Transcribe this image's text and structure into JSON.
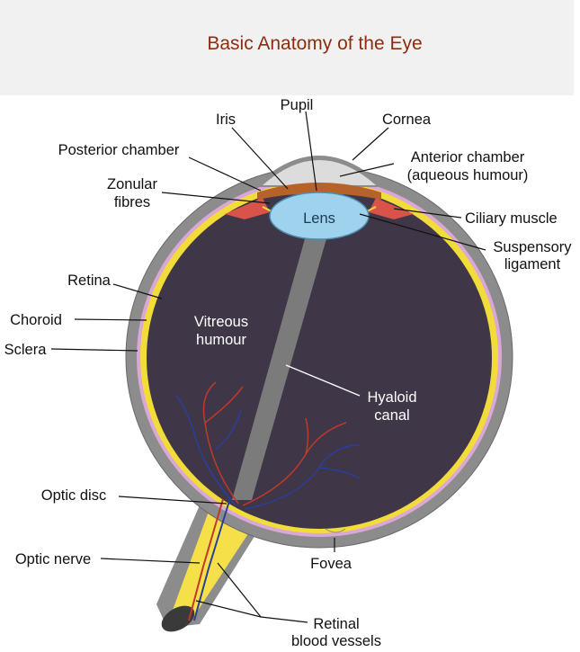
{
  "title": "Basic Anatomy of the Eye",
  "colors": {
    "title": "#8b2e0f",
    "header_band": "#f1f1f1",
    "sclera": "#8c8c8c",
    "choroid": "#d9a8d6",
    "retina": "#f2dc3a",
    "vitreous": "#3f3648",
    "hyaloid_canal": "#7b7b7b",
    "lens": "#9fd2ec",
    "iris": "#b5622b",
    "ciliary_muscle": "#d9534a",
    "cornea": "#dcdcdc",
    "optic_nerve": "#f5e04a",
    "artery": "#c0392b",
    "vein": "#2a3e9c"
  },
  "labels": {
    "pupil": "Pupil",
    "iris": "Iris",
    "cornea": "Cornea",
    "posterior_chamber": "Posterior chamber",
    "anterior_chamber_1": "Anterior chamber",
    "anterior_chamber_2": "(aqueous humour)",
    "zonular_1": "Zonular",
    "zonular_2": "fibres",
    "lens": "Lens",
    "ciliary_muscle": "Ciliary muscle",
    "suspensory_1": "Suspensory",
    "suspensory_2": "ligament",
    "retina": "Retina",
    "choroid": "Choroid",
    "sclera": "Sclera",
    "vitreous_1": "Vitreous",
    "vitreous_2": "humour",
    "hyaloid_1": "Hyaloid",
    "hyaloid_2": "canal",
    "optic_disc": "Optic disc",
    "optic_nerve": "Optic nerve",
    "fovea": "Fovea",
    "retinal_1": "Retinal",
    "retinal_2": "blood vessels"
  }
}
